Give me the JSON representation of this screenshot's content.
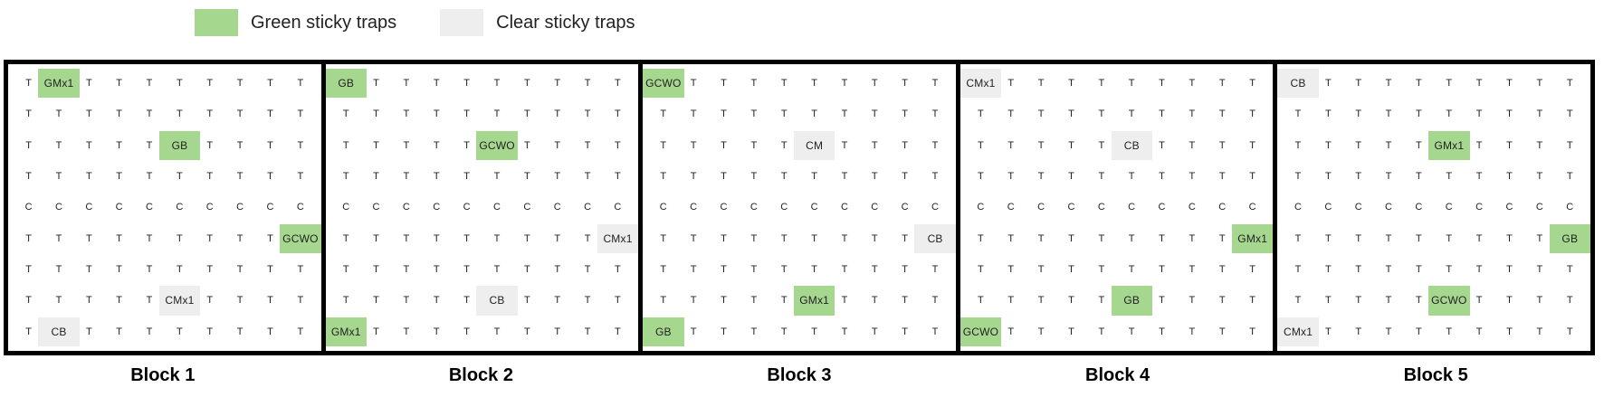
{
  "legend": {
    "items": [
      {
        "label": "Green sticky traps",
        "color": "#a6d78e"
      },
      {
        "label": "Clear sticky traps",
        "color": "#eeeeee"
      }
    ]
  },
  "grid": {
    "row_letters": [
      "T",
      "T",
      "T",
      "T",
      "C",
      "T",
      "T",
      "T",
      "T"
    ]
  },
  "colors": {
    "green": "#a6d78e",
    "clear": "#eeeeee"
  },
  "blocks": [
    {
      "label": "Block 1",
      "traps": [
        {
          "row": 1,
          "col": 2,
          "text": "GMx1",
          "type": "green"
        },
        {
          "row": 3,
          "col": 6,
          "text": "GB",
          "type": "green"
        },
        {
          "row": 6,
          "col": 10,
          "text": "GCWO",
          "type": "green"
        },
        {
          "row": 8,
          "col": 6,
          "text": "CMx1",
          "type": "clear"
        },
        {
          "row": 9,
          "col": 2,
          "text": "CB",
          "type": "clear"
        }
      ]
    },
    {
      "label": "Block 2",
      "traps": [
        {
          "row": 1,
          "col": 1,
          "text": "GB",
          "type": "green"
        },
        {
          "row": 3,
          "col": 6,
          "text": "GCWO",
          "type": "green"
        },
        {
          "row": 6,
          "col": 10,
          "text": "CMx1",
          "type": "clear"
        },
        {
          "row": 8,
          "col": 6,
          "text": "CB",
          "type": "clear"
        },
        {
          "row": 9,
          "col": 1,
          "text": "GMx1",
          "type": "green"
        }
      ]
    },
    {
      "label": "Block 3",
      "traps": [
        {
          "row": 1,
          "col": 1,
          "text": "GCWO",
          "type": "green"
        },
        {
          "row": 3,
          "col": 6,
          "text": "CM",
          "type": "clear"
        },
        {
          "row": 6,
          "col": 10,
          "text": "CB",
          "type": "clear"
        },
        {
          "row": 8,
          "col": 6,
          "text": "GMx1",
          "type": "green"
        },
        {
          "row": 9,
          "col": 1,
          "text": "GB",
          "type": "green"
        }
      ]
    },
    {
      "label": "Block 4",
      "traps": [
        {
          "row": 1,
          "col": 1,
          "text": "CMx1",
          "type": "clear"
        },
        {
          "row": 3,
          "col": 6,
          "text": "CB",
          "type": "clear"
        },
        {
          "row": 6,
          "col": 10,
          "text": "GMx1",
          "type": "green"
        },
        {
          "row": 8,
          "col": 6,
          "text": "GB",
          "type": "green"
        },
        {
          "row": 9,
          "col": 1,
          "text": "GCWO",
          "type": "green"
        }
      ]
    },
    {
      "label": "Block 5",
      "traps": [
        {
          "row": 1,
          "col": 1,
          "text": "CB",
          "type": "clear"
        },
        {
          "row": 3,
          "col": 6,
          "text": "GMx1",
          "type": "green"
        },
        {
          "row": 6,
          "col": 10,
          "text": "GB",
          "type": "green"
        },
        {
          "row": 8,
          "col": 6,
          "text": "GCWO",
          "type": "green"
        },
        {
          "row": 9,
          "col": 1,
          "text": "CMx1",
          "type": "clear"
        }
      ]
    }
  ]
}
